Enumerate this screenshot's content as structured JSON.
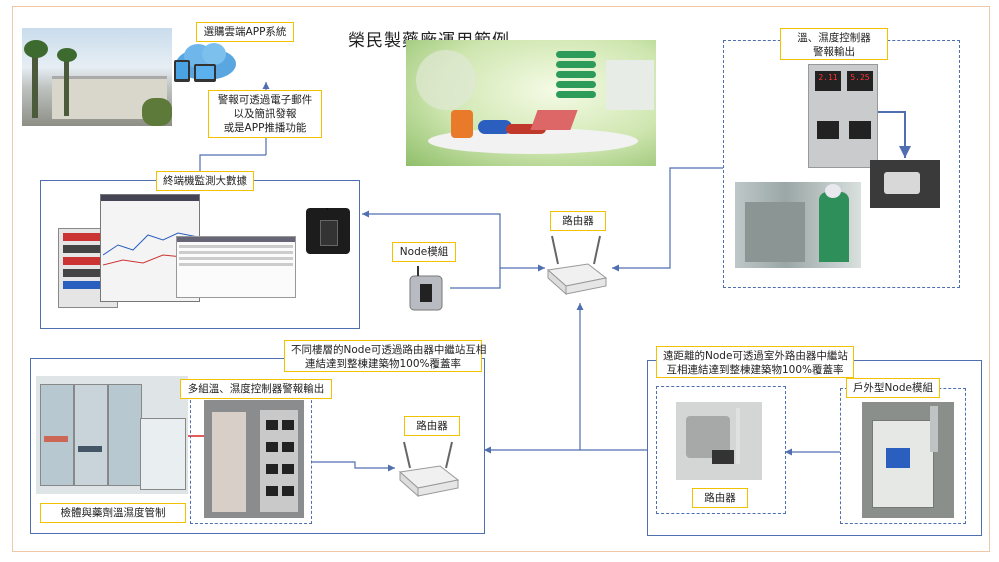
{
  "title": "榮民製藥廠運用範例",
  "labels": {
    "cloud_app": "選購雲端APP系統",
    "alert": [
      "警報可透過電子郵件",
      "以及簡訊發報",
      "或是APP推播功能"
    ],
    "terminal": "終端機監測大數據",
    "node_module": "Node模組",
    "router_top": "路由器",
    "temp_ctrl": [
      "溫、濕度控制器",
      "警報輸出"
    ],
    "floors": [
      "不同樓層的Node可透過路由器中繼站互相",
      "連結達到整棟建築物100%覆蓋率"
    ],
    "multi_ctrl": "多組溫、濕度控制器警報輸出",
    "router_mid": "路由器",
    "storage": "檢體與藥劑溫濕度管制",
    "remote": [
      "遠距離的Node可透過室外路由器中繼站",
      "互相連結達到整棟建築物100%覆蓋率"
    ],
    "outdoor_node": "戶外型Node模組",
    "router_right": "路由器"
  },
  "screen": {
    "panel_values": [
      "2.11",
      "5.25"
    ]
  },
  "colors": {
    "border_label": "#f2c200",
    "connector": "#4f6fb0",
    "frame": "#f0c8a8"
  }
}
